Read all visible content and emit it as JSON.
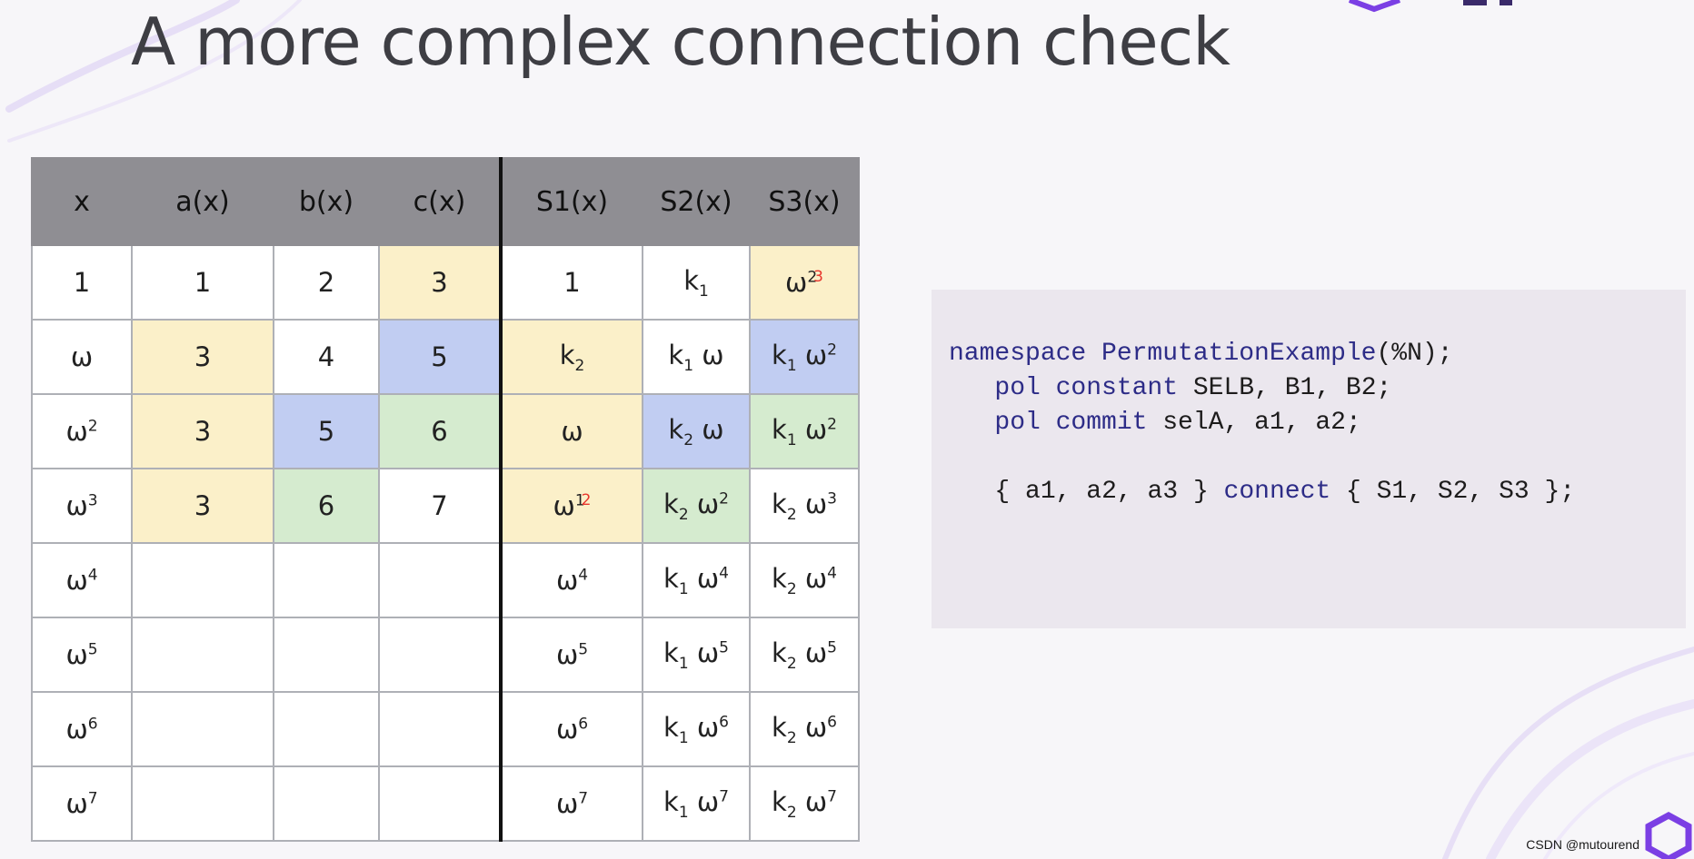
{
  "slide": {
    "title": "A more complex connection check"
  },
  "table": {
    "headers": [
      "x",
      "a(x)",
      "b(x)",
      "c(x)",
      "S1(x)",
      "S2(x)",
      "S3(x)"
    ],
    "rows": [
      [
        {
          "t": "1"
        },
        {
          "t": "1"
        },
        {
          "t": "2"
        },
        {
          "t": "3",
          "c": "y"
        },
        {
          "t": "1"
        },
        {
          "t": "k",
          "sub": "1"
        },
        {
          "t": "ω",
          "sup": "2",
          "mark": "3",
          "c": "y"
        }
      ],
      [
        {
          "t": "ω"
        },
        {
          "t": "3",
          "c": "y"
        },
        {
          "t": "4"
        },
        {
          "t": "5",
          "c": "b"
        },
        {
          "t": "k",
          "sub": "2",
          "c": "y"
        },
        {
          "t": "k",
          "sub": "1",
          "rest": " ω"
        },
        {
          "t": "k",
          "sub": "1",
          "rest": " ω",
          "sup": "2",
          "c": "b"
        }
      ],
      [
        {
          "t": "ω",
          "sup": "2"
        },
        {
          "t": "3",
          "c": "y"
        },
        {
          "t": "5",
          "c": "b"
        },
        {
          "t": "6",
          "c": "g"
        },
        {
          "t": "ω",
          "c": "y"
        },
        {
          "t": "k",
          "sub": "2",
          "rest": " ω",
          "c": "b"
        },
        {
          "t": "k",
          "sub": "1",
          "rest": " ω",
          "sup": "2",
          "c": "g"
        }
      ],
      [
        {
          "t": "ω",
          "sup": "3"
        },
        {
          "t": "3",
          "c": "y"
        },
        {
          "t": "6",
          "c": "g"
        },
        {
          "t": "7"
        },
        {
          "t": "ω",
          "sup": "1",
          "mark": "2",
          "c": "y"
        },
        {
          "t": "k",
          "sub": "2",
          "rest": " ω",
          "sup": "2",
          "c": "g"
        },
        {
          "t": "k",
          "sub": "2",
          "rest": " ω",
          "sup": "3"
        }
      ],
      [
        {
          "t": "ω",
          "sup": "4"
        },
        {
          "t": ""
        },
        {
          "t": ""
        },
        {
          "t": ""
        },
        {
          "t": "ω",
          "sup": "4"
        },
        {
          "t": "k",
          "sub": "1",
          "rest": " ω",
          "sup": "4"
        },
        {
          "t": "k",
          "sub": "2",
          "rest": " ω",
          "sup": "4"
        }
      ],
      [
        {
          "t": "ω",
          "sup": "5"
        },
        {
          "t": ""
        },
        {
          "t": ""
        },
        {
          "t": ""
        },
        {
          "t": "ω",
          "sup": "5"
        },
        {
          "t": "k",
          "sub": "1",
          "rest": " ω",
          "sup": "5"
        },
        {
          "t": "k",
          "sub": "2",
          "rest": " ω",
          "sup": "5"
        }
      ],
      [
        {
          "t": "ω",
          "sup": "6"
        },
        {
          "t": ""
        },
        {
          "t": ""
        },
        {
          "t": ""
        },
        {
          "t": "ω",
          "sup": "6"
        },
        {
          "t": "k",
          "sub": "1",
          "rest": " ω",
          "sup": "6"
        },
        {
          "t": "k",
          "sub": "2",
          "rest": " ω",
          "sup": "6"
        }
      ],
      [
        {
          "t": "ω",
          "sup": "7"
        },
        {
          "t": ""
        },
        {
          "t": ""
        },
        {
          "t": ""
        },
        {
          "t": "ω",
          "sup": "7"
        },
        {
          "t": "k",
          "sub": "1",
          "rest": " ω",
          "sup": "7"
        },
        {
          "t": "k",
          "sub": "2",
          "rest": " ω",
          "sup": "7"
        }
      ]
    ]
  },
  "code": {
    "lines": [
      "namespace PermutationExample(%N);",
      "   pol constant SELB, B1, B2;",
      "   pol commit selA, a1, a2;",
      "",
      "   { a1, a2, a3 } connect { S1, S2, S3 };"
    ]
  },
  "watermark": {
    "text": "CSDN @mutourend"
  },
  "colors": {
    "header_bg": "#8f8e93",
    "yellow": "#fbf0c9",
    "blue": "#c1cdf2",
    "green": "#d5ebcf",
    "code_bg": "#ebe7ee",
    "code_text": "#2d2c87",
    "accent_purple": "#7b3fe4",
    "annotation_red": "#e8352c"
  }
}
